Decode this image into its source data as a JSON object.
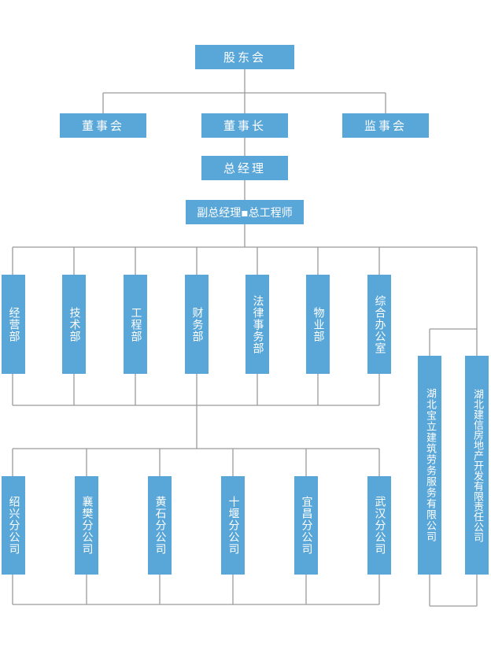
{
  "top": {
    "shareholders": "股东会",
    "board": "董事会",
    "chairman": "董事长",
    "supervisors": "监事会",
    "general_manager": "总经理",
    "deputy": "副总经理▪总工程师"
  },
  "departments": [
    "经营部",
    "技术部",
    "工程部",
    "财务部",
    "法律事务部",
    "物业部",
    "综合办公室"
  ],
  "branches": [
    "绍兴分公司",
    "襄樊分公司",
    "黄石分公司",
    "十堰分公司",
    "宜昌分公司",
    "武汉分公司"
  ],
  "subsidiaries": [
    "湖北宝立建筑劳务服务有限公司",
    "湖北建信房地产开发有限责任公司"
  ],
  "colors": {
    "box_fill": "#59a6d8",
    "box_text": "#ffffff",
    "line": "#9a9a9a"
  }
}
